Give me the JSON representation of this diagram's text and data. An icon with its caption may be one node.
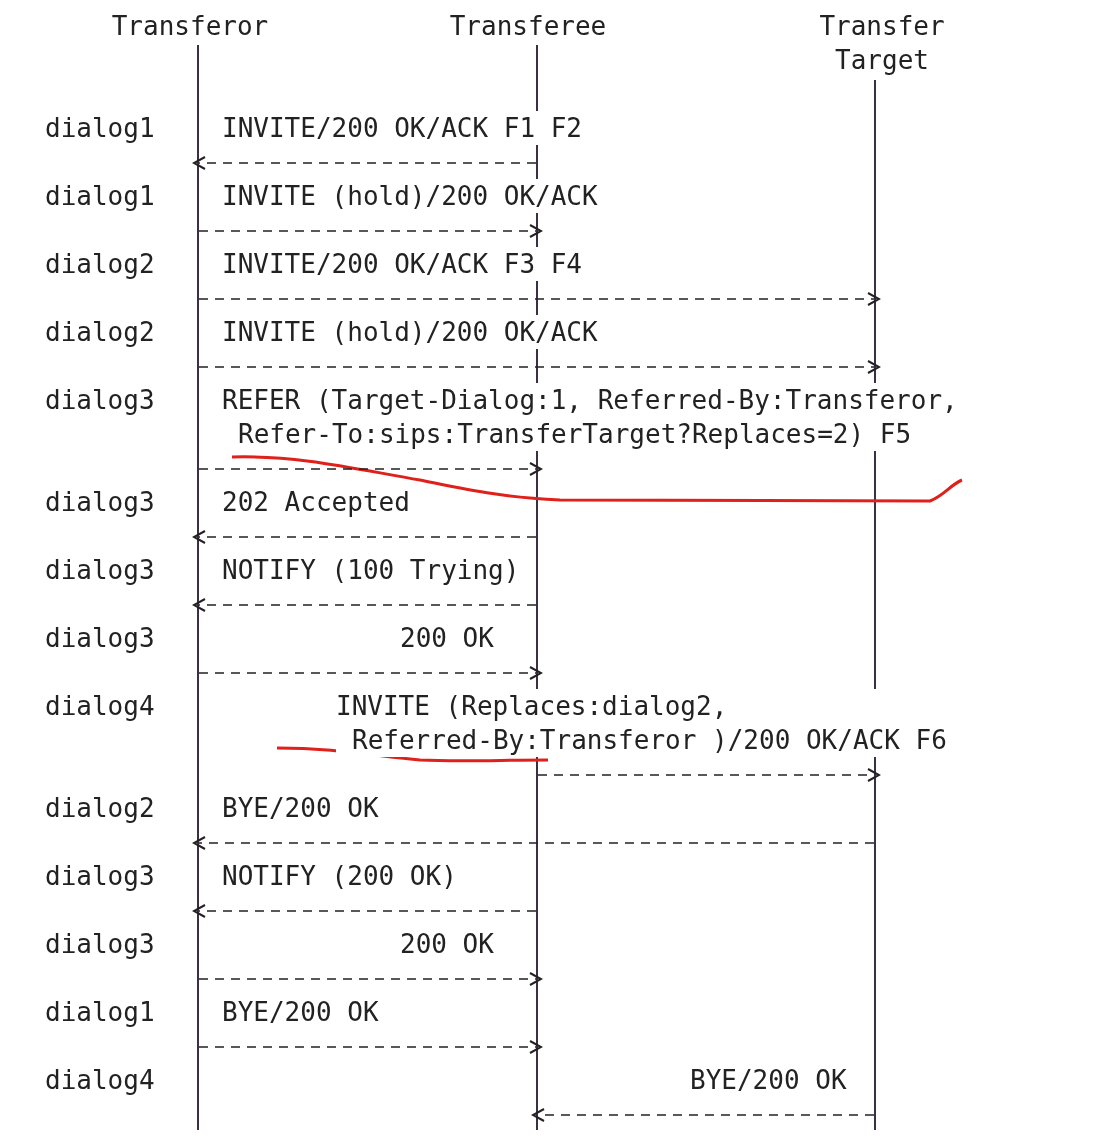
{
  "diagram": {
    "nodes": [
      {
        "text": [
          "Transferor"
        ]
      },
      {
        "text": [
          "Transferee"
        ]
      },
      {
        "text": [
          "Transfer Target"
        ]
      }
    ],
    "edges": [
      {
        "from": 1,
        "to": 0,
        "arrow": "to",
        "style": "dashed",
        "label": "INVITE/200 OK/ACK F1 F2"
      },
      {
        "from": 0,
        "to": 1,
        "arrow": "to",
        "style": "dashed",
        "label": "INVITE (hold)/200 OK/ACK"
      },
      {
        "from": 0,
        "to": 2,
        "arrow": "to",
        "style": "dashed",
        "label": "INVITE/200 OK/ACK F3 F4"
      },
      {
        "from": 0,
        "to": 2,
        "arrow": "to",
        "style": "dashed",
        "label": "INVITE (hold)/200 OK/ACK"
      },
      {
        "from": 0,
        "to": 1,
        "arrow": "to",
        "style": "dashed",
        "label": "REFER (Target-Dialog:1, Referred-By:Transferor, Refer-To:sips:TransferTarget?Replaces=2) F5"
      },
      {
        "from": 1,
        "to": 0,
        "arrow": "to",
        "style": "dashed",
        "label": "202 Accepted"
      },
      {
        "from": 1,
        "to": 0,
        "arrow": "to",
        "style": "dashed",
        "label": "NOTIFY (100 Trying)"
      },
      {
        "from": 0,
        "to": 1,
        "arrow": "to",
        "style": "dashed",
        "label": "200 OK"
      },
      {
        "from": 1,
        "to": 2,
        "arrow": "to",
        "style": "dashed",
        "label": "INVITE (Replaces:dialog2, Referred-By:Transferor )/200 OK/ACK F6"
      },
      {
        "from": 2,
        "to": 0,
        "arrow": "to",
        "style": "dashed",
        "label": "BYE/200 OK"
      },
      {
        "from": 1,
        "to": 0,
        "arrow": "to",
        "style": "dashed",
        "label": "NOTIFY (200 OK)"
      },
      {
        "from": 0,
        "to": 1,
        "arrow": "to",
        "style": "dashed",
        "label": "200 OK"
      },
      {
        "from": 0,
        "to": 1,
        "arrow": "to",
        "style": "dashed",
        "label": "BYE/200 OK"
      },
      {
        "from": 2,
        "to": 1,
        "arrow": "to",
        "style": "dashed",
        "label": "BYE/200 OK"
      }
    ],
    "labels": [
      "dialog1",
      "dialog1",
      "dialog2",
      "dialog2",
      "dialog3",
      "dialog3",
      "dialog3",
      "dialog3",
      "dialog4",
      "dialog2",
      "dialog3",
      "dialog3",
      "dialog1",
      "dialog4"
    ]
  }
}
